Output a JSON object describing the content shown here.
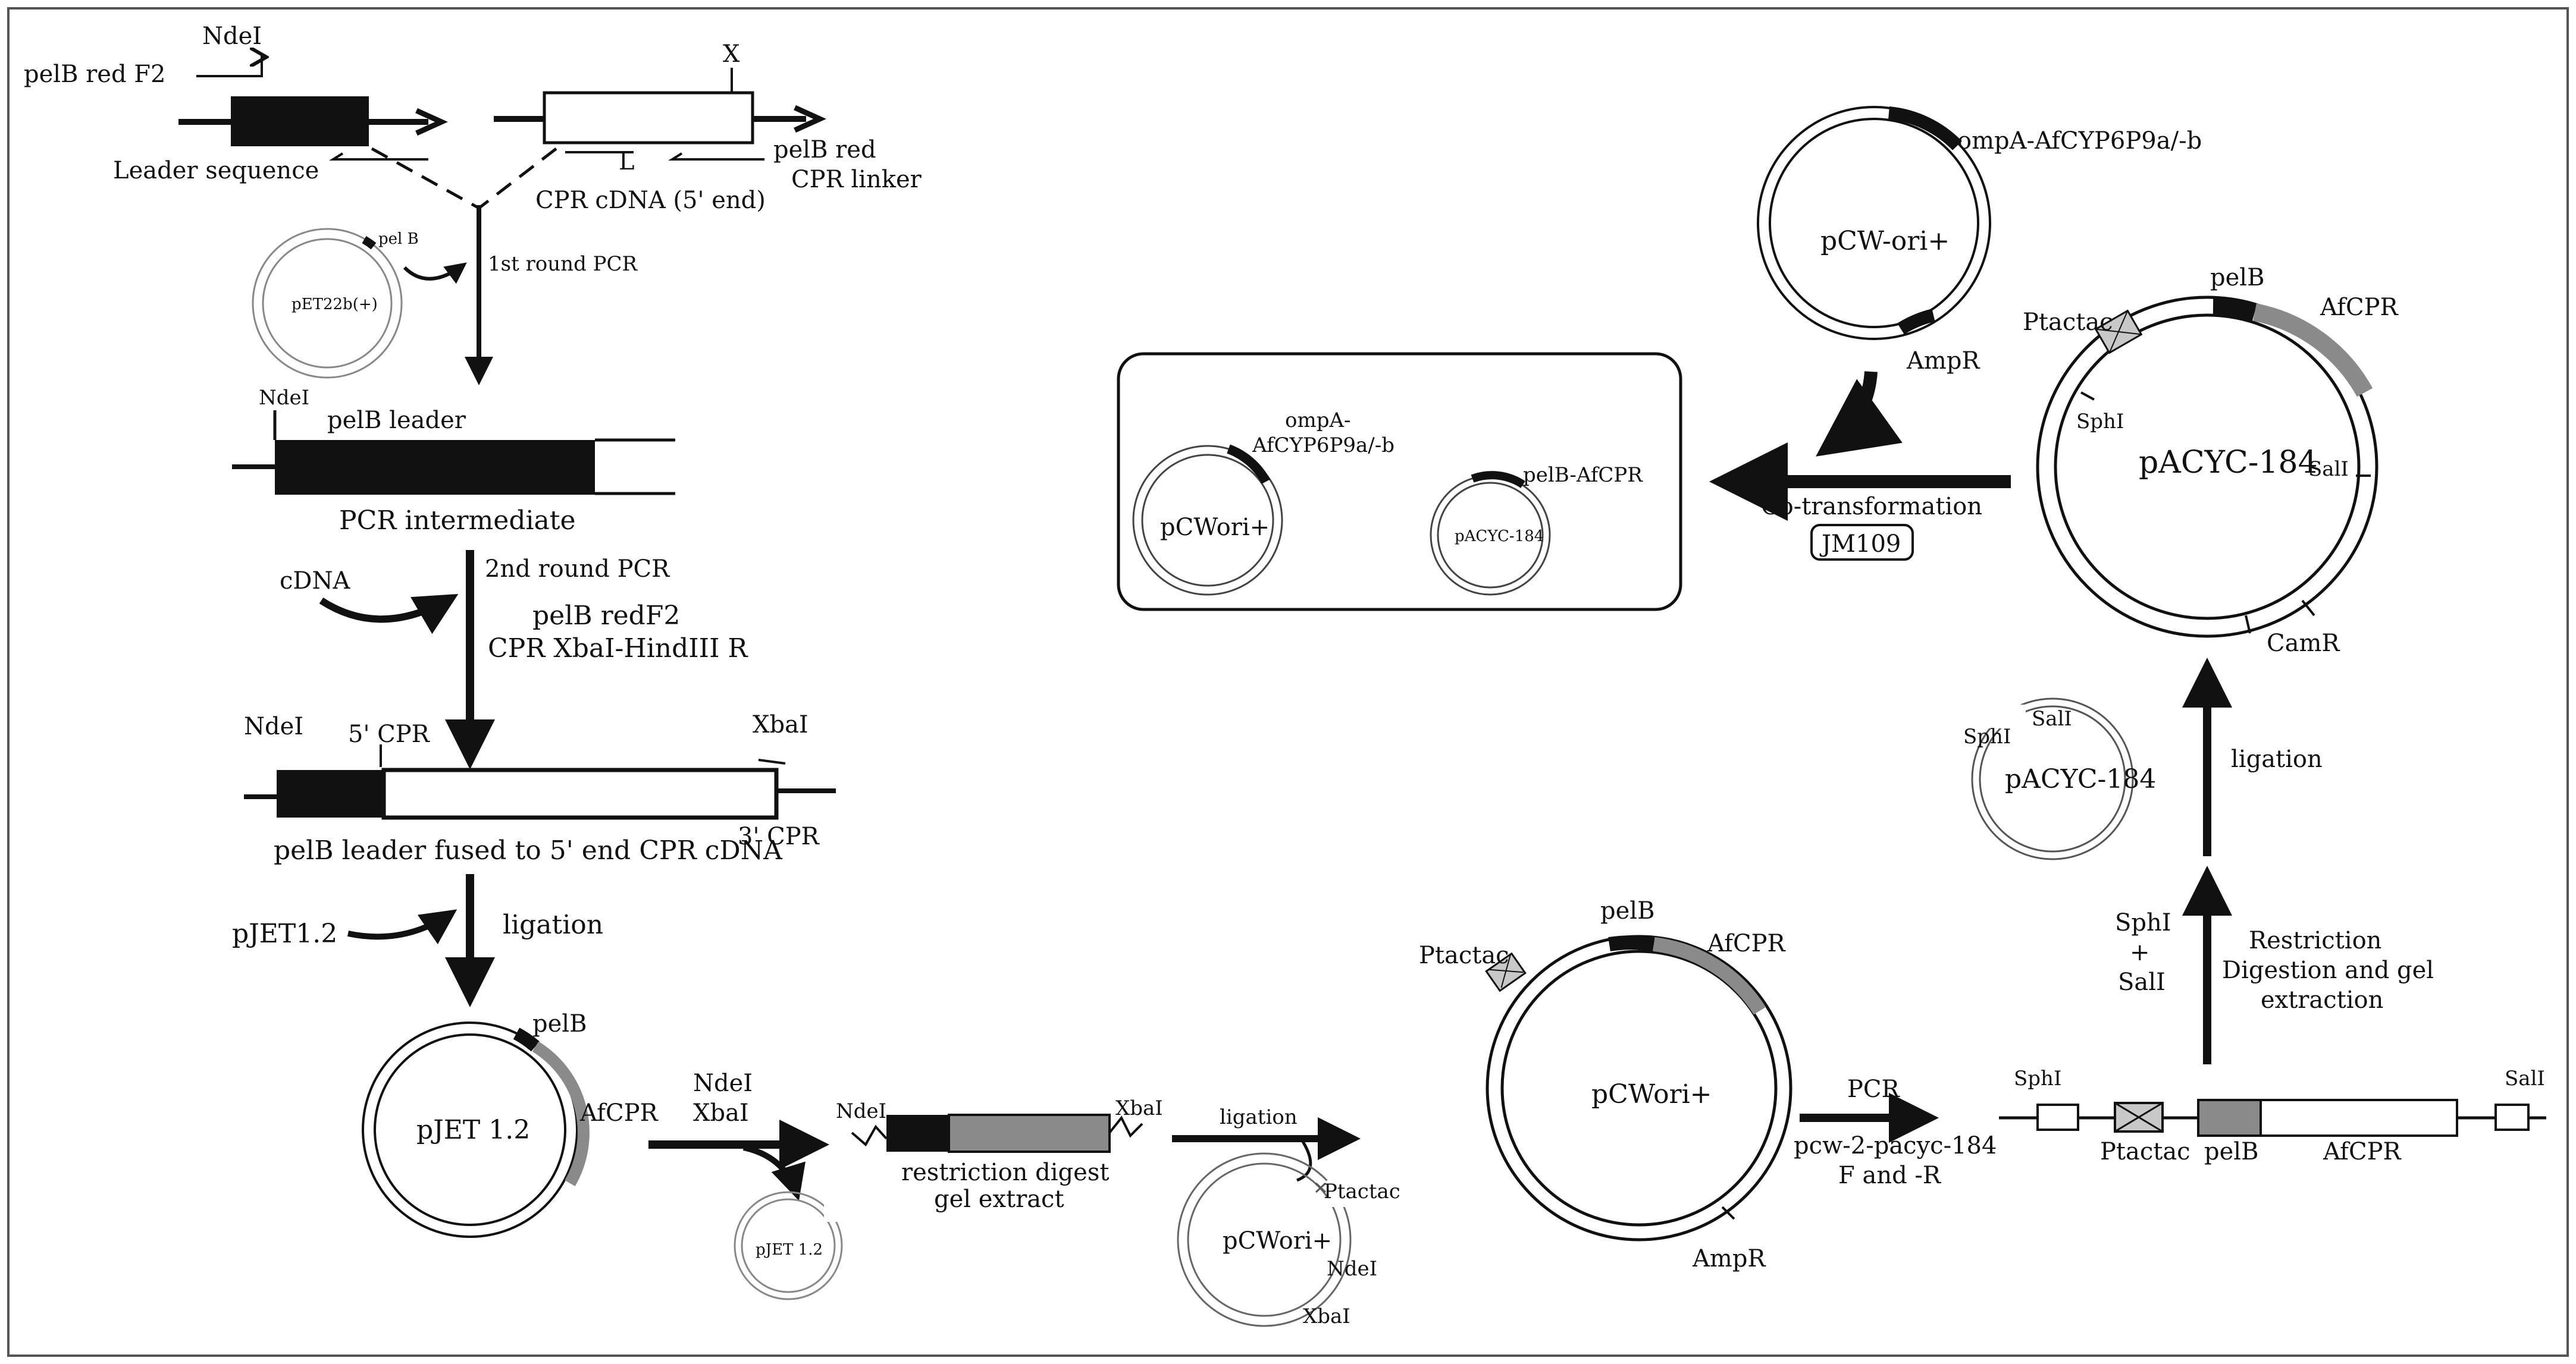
{
  "top_left": {
    "ndeI": "NdeI",
    "pelB_red_F2": "pelB red F2",
    "leader_sequence": "Leader sequence",
    "x_mark": "X",
    "l_mark": "L",
    "pelB_red_line1": "pelB red",
    "pelB_red_line2": "CPR linker",
    "cpr_cdna_5": "CPR cDNA (5' end)",
    "pelB_small": "pel B",
    "pet22b": "pET22b(+)",
    "first_round": "1st round PCR"
  },
  "intermediate": {
    "ndeI": "NdeI",
    "pelB_leader": "pelB leader",
    "caption": "PCR intermediate",
    "cdna": "cDNA",
    "second_round": "2nd round PCR",
    "primer1": "pelB redF2",
    "primer2": "CPR XbaI-HindIII R"
  },
  "fused": {
    "ndeI": "NdeI",
    "cpr5": "5' CPR",
    "xbaI": "XbaI",
    "caption": "pelB leader fused to 5' end CPR cDNA",
    "cpr3": "3' CPR",
    "pjet_label": "pJET1.2",
    "ligation": "ligation"
  },
  "pjet": {
    "name": "pJET 1.2",
    "pelB": "pelB",
    "afcpr": "AfCPR",
    "enzyme1": "NdeI",
    "enzyme2": "XbaI",
    "small_name": "pJET 1.2"
  },
  "digest": {
    "ndeI": "NdeI",
    "xbaI": "XbaI",
    "caption1": "restriction digest",
    "caption2": "gel extract",
    "ligation": "ligation",
    "ptactac": "Ptactac",
    "pcwori": "pCWori+",
    "ndeI2": "NdeI",
    "xbaI2": "XbaI"
  },
  "pcwori_big": {
    "name": "pCWori+",
    "pelB": "pelB",
    "afcpr": "AfCPR",
    "ptactac": "Ptactac",
    "ampR": "AmpR",
    "pcr": "PCR",
    "primer1": "pcw-2-pacyc-184",
    "primer2": "F and -R"
  },
  "linear_bottom": {
    "sphI": "SphI",
    "salI": "SalI",
    "ptactac": "Ptactac",
    "pelB": "pelB",
    "afcpr": "AfCPR",
    "enzyme_sph": "SphI",
    "plus": "+",
    "enzyme_sal": "SalI",
    "step1": "Restriction",
    "step2": "Digestion and gel",
    "step3": "extraction"
  },
  "pacyc_small": {
    "name": "pACYC-184",
    "sphI": "SphI",
    "salI": "SalI",
    "ligation": "ligation"
  },
  "pacyc_big": {
    "name": "pACYC-184",
    "pelB": "pelB",
    "afcpr": "AfCPR",
    "ptactac": "Ptactac",
    "sphI": "SphI",
    "salI": "SalI",
    "camR": "CamR"
  },
  "pcw_top": {
    "name": "pCW-ori+",
    "insert": "ompA-AfCYP6P9a/-b",
    "ampR": "AmpR"
  },
  "cotransform": {
    "label": "Co-transformation",
    "strain": "JM109",
    "box_plasmid1_name": "pCWori+",
    "box_plasmid1_insert1": "ompA-",
    "box_plasmid1_insert2": "AfCYP6P9a/-b",
    "box_plasmid2_name": "pACYC-184",
    "box_plasmid2_insert": "pelB-AfCPR"
  },
  "colors": {
    "ink": "#111111",
    "grey_fill": "#8a8a8a",
    "light_grey": "#c8c8c8",
    "frame": "#555555"
  }
}
